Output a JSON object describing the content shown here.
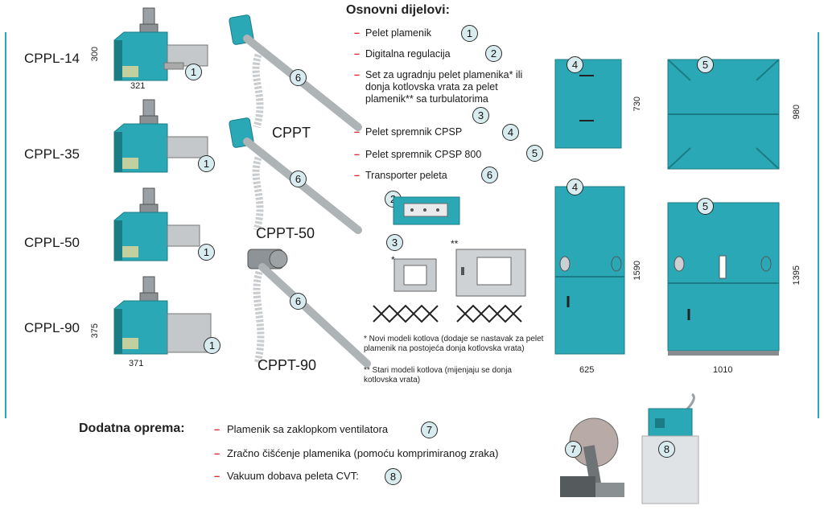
{
  "colors": {
    "teal": "#2aa8b5",
    "teal_dark": "#1c7c86",
    "grey": "#b9bdbf",
    "accent_dash": "#e0262c"
  },
  "burners": [
    {
      "label": "CPPL-14",
      "dim_h": "300",
      "dim_w": "321",
      "badge": "1"
    },
    {
      "label": "CPPL-35",
      "badge": "1"
    },
    {
      "label": "CPPL-50",
      "badge": "1"
    },
    {
      "label": "CPPL-90",
      "dim_h": "375",
      "dim_w": "371",
      "badge": "1"
    }
  ],
  "conveyors": [
    {
      "label": "CPPT",
      "badge": "6"
    },
    {
      "label": "CPPT-50",
      "badge": "6"
    },
    {
      "label": "CPPT-90",
      "badge": "6"
    }
  ],
  "parts_title": "Osnovni dijelovi:",
  "parts": [
    {
      "text": "Pelet plamenik",
      "badge": "1"
    },
    {
      "text": "Digitalna regulacija",
      "badge": "2"
    },
    {
      "text": "Set za ugradnju pelet plamenika* ili donja kotlovska vrata za pelet plamenik** sa turbulatorima",
      "badge": "3"
    },
    {
      "text": "Pelet spremnik CPSP",
      "badge": "4"
    },
    {
      "text": "Pelet spremnik CPSP 800",
      "badge": "5"
    },
    {
      "text": "Transporter peleta",
      "badge": "6"
    }
  ],
  "set_badges": {
    "regulation": "2",
    "kit": "3",
    "kit_new_mark": "*",
    "kit_old_mark": "**"
  },
  "notes": {
    "new": "* Novi modeli kotlova (dodaje se nastavak za pelet plamenik na postojeća donja kotlovska vrata)",
    "old": "** Stari modeli kotlova (mijenjaju se donja kotlovska vrata)"
  },
  "tanks": [
    {
      "badge": "4",
      "height": "730"
    },
    {
      "badge": "5",
      "height": "980"
    },
    {
      "badge": "4",
      "height": "1590",
      "width": "625"
    },
    {
      "badge": "5",
      "height": "1395",
      "width": "1010"
    }
  ],
  "extras_title": "Dodatna oprema:",
  "extras": [
    {
      "text": "Plamenik sa zaklopkom ventilatora",
      "badge": "7"
    },
    {
      "text": "Zračno čišćenje plamenika (pomoću komprimiranog zraka)"
    },
    {
      "text": "Vakuum dobava peleta CVT:",
      "badge": "8"
    }
  ],
  "extra_photo_badges": [
    "7",
    "8"
  ]
}
